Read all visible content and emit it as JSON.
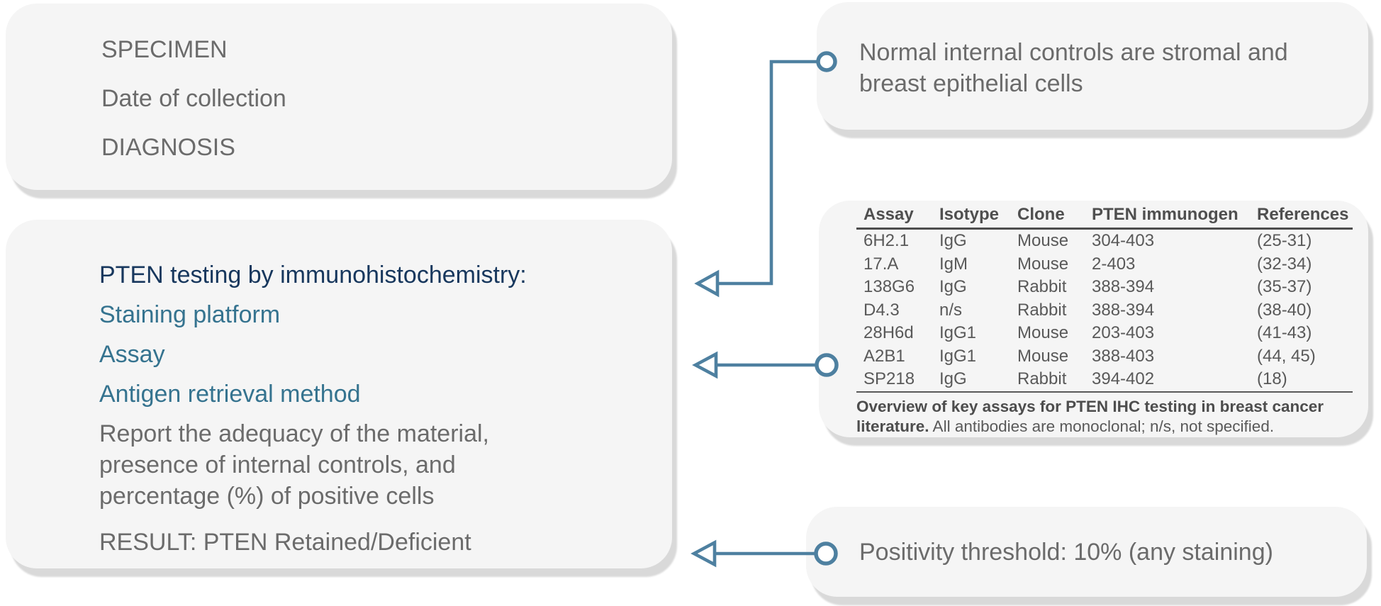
{
  "palette": {
    "box_fill": "#f5f5f5",
    "box_shadow": "#d9d9d9",
    "gray_text": "#6b6b6b",
    "navy_heading": "#17375d",
    "teal_item": "#35738f",
    "connector": "#4e80a0",
    "table_text": "#595959"
  },
  "specimen_box": {
    "lines": [
      "SPECIMEN",
      "Date of collection",
      "DIAGNOSIS"
    ]
  },
  "pten_box": {
    "heading": "PTEN testing by immunohistochemistry:",
    "items": [
      "Staining platform",
      "Assay",
      "Antigen retrieval method"
    ],
    "paragraph_lines": [
      "Report the adequacy of the material,",
      "presence of internal controls, and",
      "percentage (%) of positive cells"
    ],
    "result": "RESULT: PTEN Retained/Deficient"
  },
  "controls_note": {
    "text": "Normal internal controls are stromal and breast epithelial cells"
  },
  "threshold_note": {
    "text": "Positivity threshold: 10% (any staining)"
  },
  "table": {
    "headers": [
      "Assay",
      "Isotype",
      "Clone",
      "PTEN immunogen",
      "References"
    ],
    "rows": [
      [
        "6H2.1",
        "IgG",
        "Mouse",
        "304-403",
        "(25-31)"
      ],
      [
        "17.A",
        "IgM",
        "Mouse",
        "2-403",
        "(32-34)"
      ],
      [
        "138G6",
        "IgG",
        "Rabbit",
        "388-394",
        "(35-37)"
      ],
      [
        "D4.3",
        "n/s",
        "Rabbit",
        "388-394",
        "(38-40)"
      ],
      [
        "28H6d",
        "IgG1",
        "Mouse",
        "203-403",
        "(41-43)"
      ],
      [
        "A2B1",
        "IgG1",
        "Mouse",
        "388-403",
        "(44, 45)"
      ],
      [
        "SP218",
        "IgG",
        "Rabbit",
        "394-402",
        "(18)"
      ]
    ],
    "caption_bold": "Overview of key assays for PTEN IHC testing in breast cancer literature.",
    "caption_rest": " All antibodies are monoclonal; n/s, not specified."
  }
}
